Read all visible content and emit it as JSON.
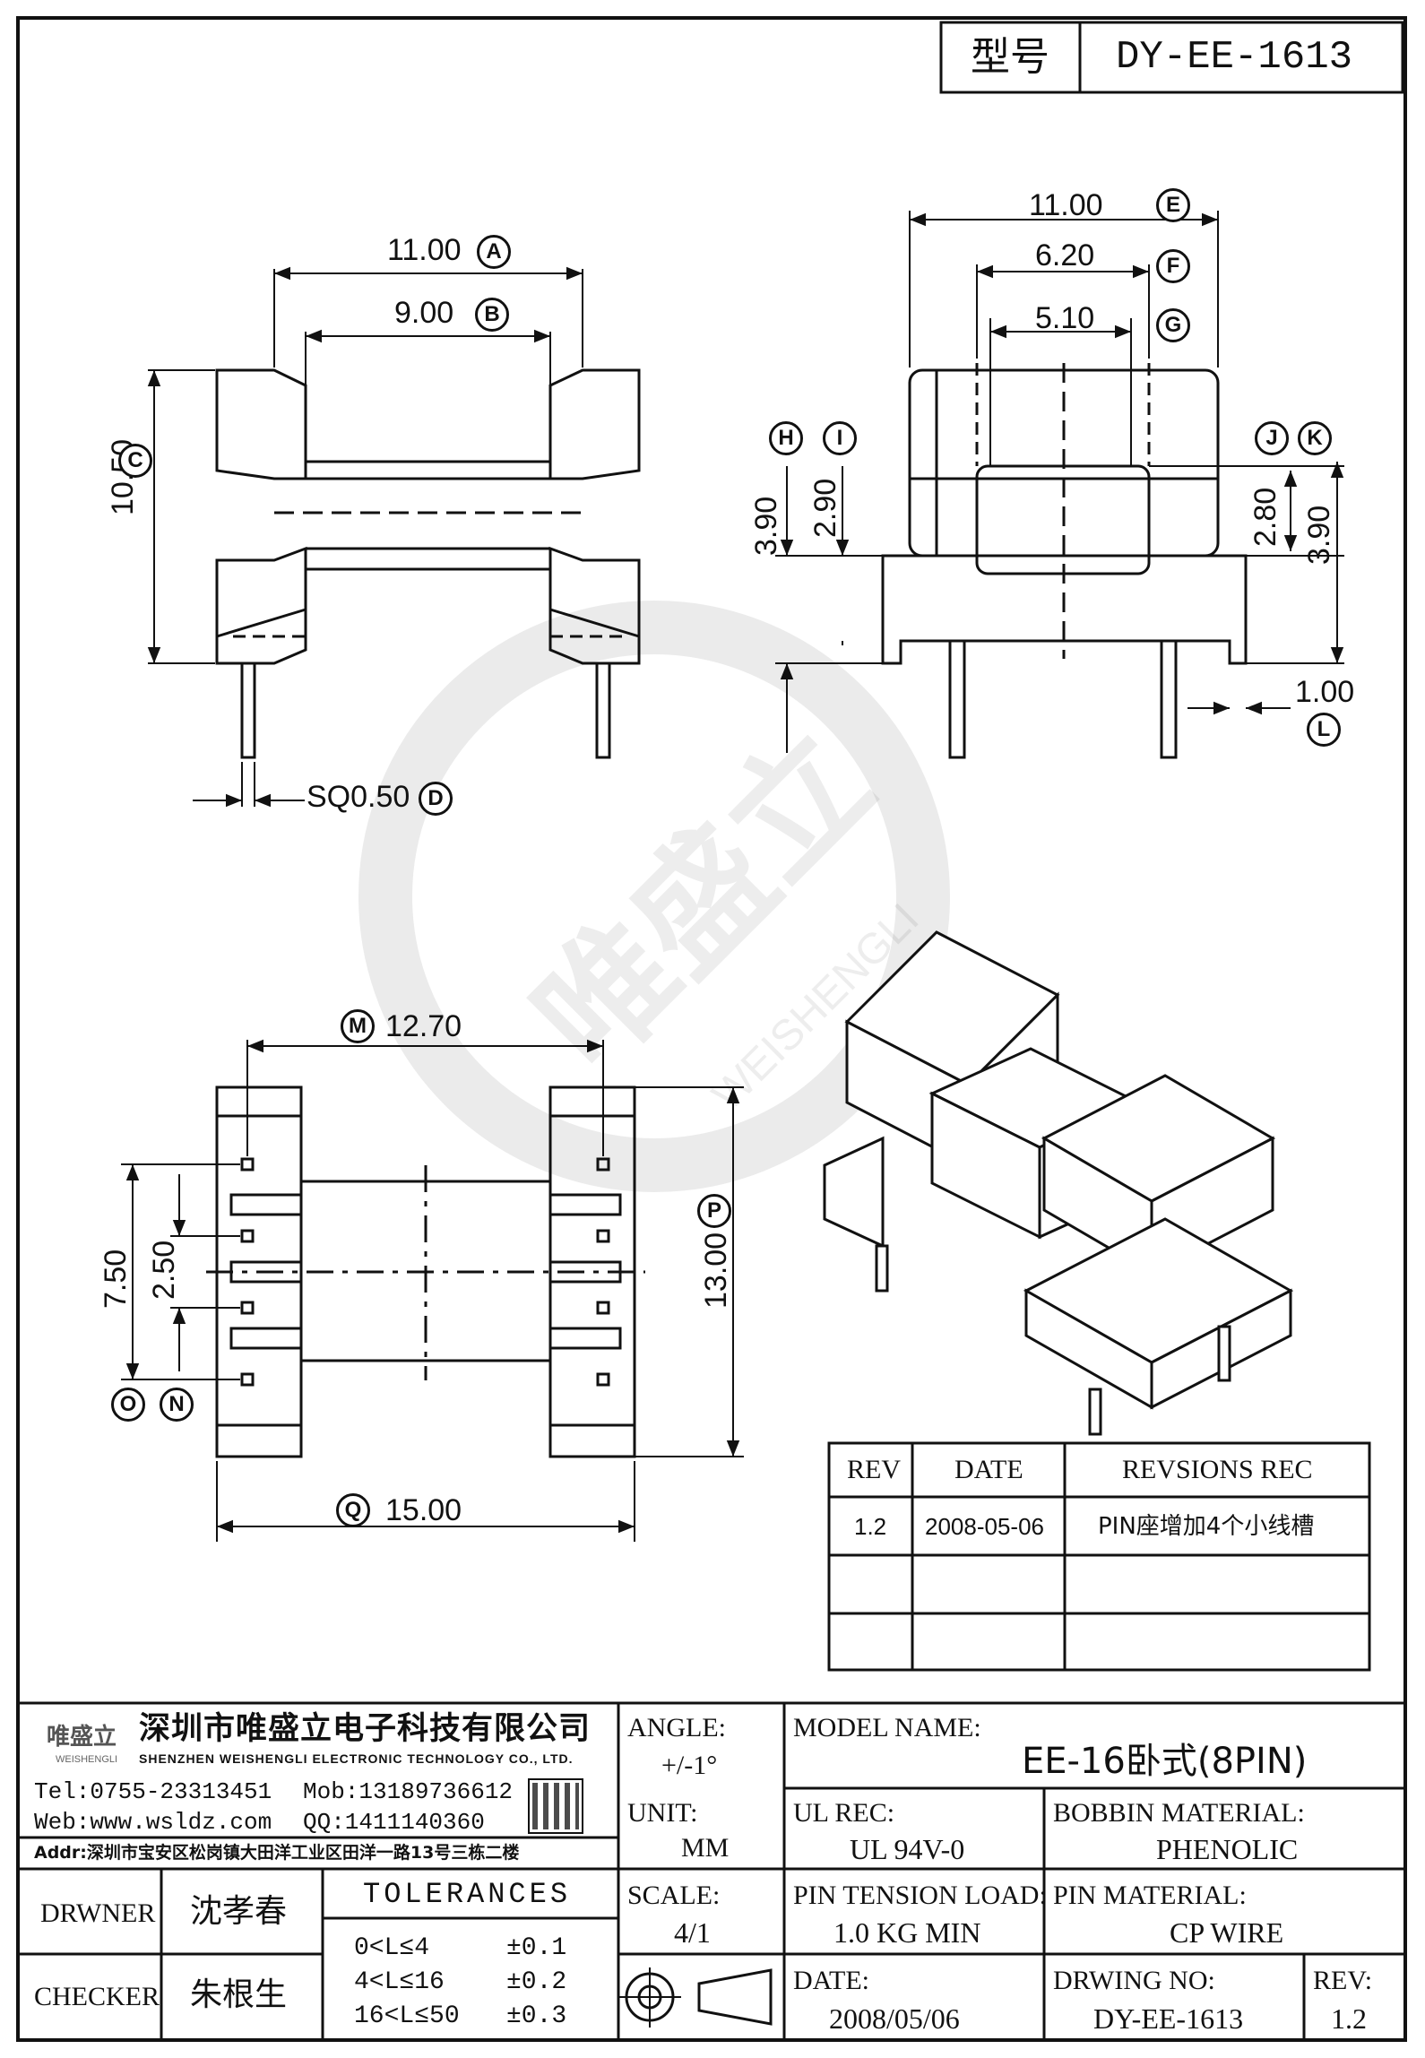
{
  "title_box": {
    "label": "型号",
    "value": "DY-EE-1613"
  },
  "dimensions": {
    "A": {
      "value": "11.00",
      "letter": "A"
    },
    "B": {
      "value": "9.00",
      "letter": "B"
    },
    "C": {
      "value": "10.50",
      "letter": "C"
    },
    "D": {
      "value": "SQ0.50",
      "letter": "D"
    },
    "E": {
      "value": "11.00",
      "letter": "E"
    },
    "F": {
      "value": "6.20",
      "letter": "F"
    },
    "G": {
      "value": "5.10",
      "letter": "G"
    },
    "H": {
      "value": "3.90",
      "letter": "H"
    },
    "I": {
      "value": "2.90",
      "letter": "I"
    },
    "J": {
      "value": "2.80",
      "letter": "J"
    },
    "K": {
      "value": "3.90",
      "letter": "K"
    },
    "L": {
      "value": "1.00",
      "letter": "L"
    },
    "M": {
      "value": "12.70",
      "letter": "M"
    },
    "N": {
      "value": "2.50",
      "letter": "N"
    },
    "O": {
      "value": "7.50",
      "letter": "O"
    },
    "P": {
      "value": "13.00",
      "letter": "P"
    },
    "Q": {
      "value": "15.00",
      "letter": "Q"
    }
  },
  "watermark": {
    "brand": "唯盛立",
    "latin": "WEISHENGLI"
  },
  "revisions": {
    "headers": [
      "REV",
      "DATE",
      "REVSIONS REC"
    ],
    "rows": [
      [
        "1.2",
        "2008-05-06",
        "PIN座增加4个小线槽"
      ]
    ]
  },
  "company": {
    "name_cn": "深圳市唯盛立电子科技有限公司",
    "name_en": "SHENZHEN WEISHENGLI ELECTRONIC TECHNOLOGY CO., LTD.",
    "logo_text": "唯盛立",
    "logo_sub": "WEISHENGLI",
    "tel": "Tel:0755-23313451",
    "mob": "Mob:13189736612",
    "web": "Web:www.wsldz.com",
    "qq": "QQ:1411140360",
    "addr": "Addr:深圳市宝安区松岗镇大田洋工业区田洋一路13号三栋二楼"
  },
  "title_block": {
    "angle_label": "ANGLE:",
    "angle_value": "+/-1°",
    "model_label": "MODEL NAME:",
    "model_value": "EE-16卧式(8PIN)",
    "unit_label": "UNIT:",
    "unit_value": "MM",
    "ul_label": "UL REC:",
    "ul_value": "UL 94V-0",
    "bobbin_label": "BOBBIN MATERIAL:",
    "bobbin_value": "PHENOLIC",
    "scale_label": "SCALE:",
    "scale_value": "4/1",
    "tension_label": "PIN TENSION LOAD:",
    "tension_value": "1.0 KG MIN",
    "pinmat_label": "PIN MATERIAL:",
    "pinmat_value": "CP WIRE",
    "date_label": "DATE:",
    "date_value": "2008/05/06",
    "drwno_label": "DRWING NO:",
    "drwno_value": "DY-EE-1613",
    "rev_label": "REV:",
    "rev_value": "1.2",
    "drawer_label": "DRWNER",
    "drawer_name": "沈孝春",
    "checker_label": "CHECKER",
    "checker_name": "朱根生",
    "tolerances_title": "TOLERANCES",
    "tolerances": [
      {
        "range": "0<L≤4",
        "value": "±0.1"
      },
      {
        "range": "4<L≤16",
        "value": "±0.2"
      },
      {
        "range": "16<L≤50",
        "value": "±0.3"
      }
    ]
  }
}
